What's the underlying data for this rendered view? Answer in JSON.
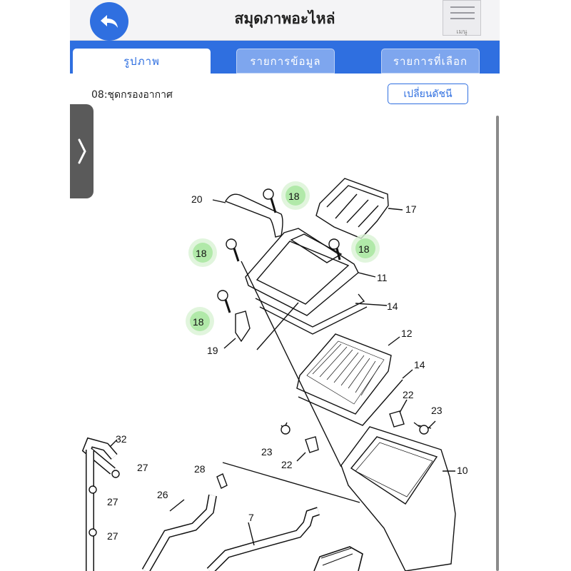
{
  "header": {
    "title": "สมุดภาพอะไหล่",
    "menu_label": "เมนู"
  },
  "tabs": [
    {
      "label": "รูปภาพ",
      "active": true
    },
    {
      "label": "รายการข้อมูล",
      "active": false
    },
    {
      "label": "รายการที่เลือก",
      "active": false
    }
  ],
  "section": {
    "title": "08:ชุดกรองอากาศ",
    "index_button": "เปลี่ยนดัชนี"
  },
  "colors": {
    "accent": "#2f6fe0",
    "highlight": "#a8e6a0"
  },
  "diagram": {
    "callouts": [
      "20",
      "18",
      "17",
      "18",
      "18",
      "11",
      "14",
      "18",
      "12",
      "19",
      "14",
      "22",
      "23",
      "32",
      "23",
      "22",
      "10",
      "27",
      "28",
      "27",
      "26",
      "7",
      "27"
    ],
    "highlighted_part": "18"
  }
}
